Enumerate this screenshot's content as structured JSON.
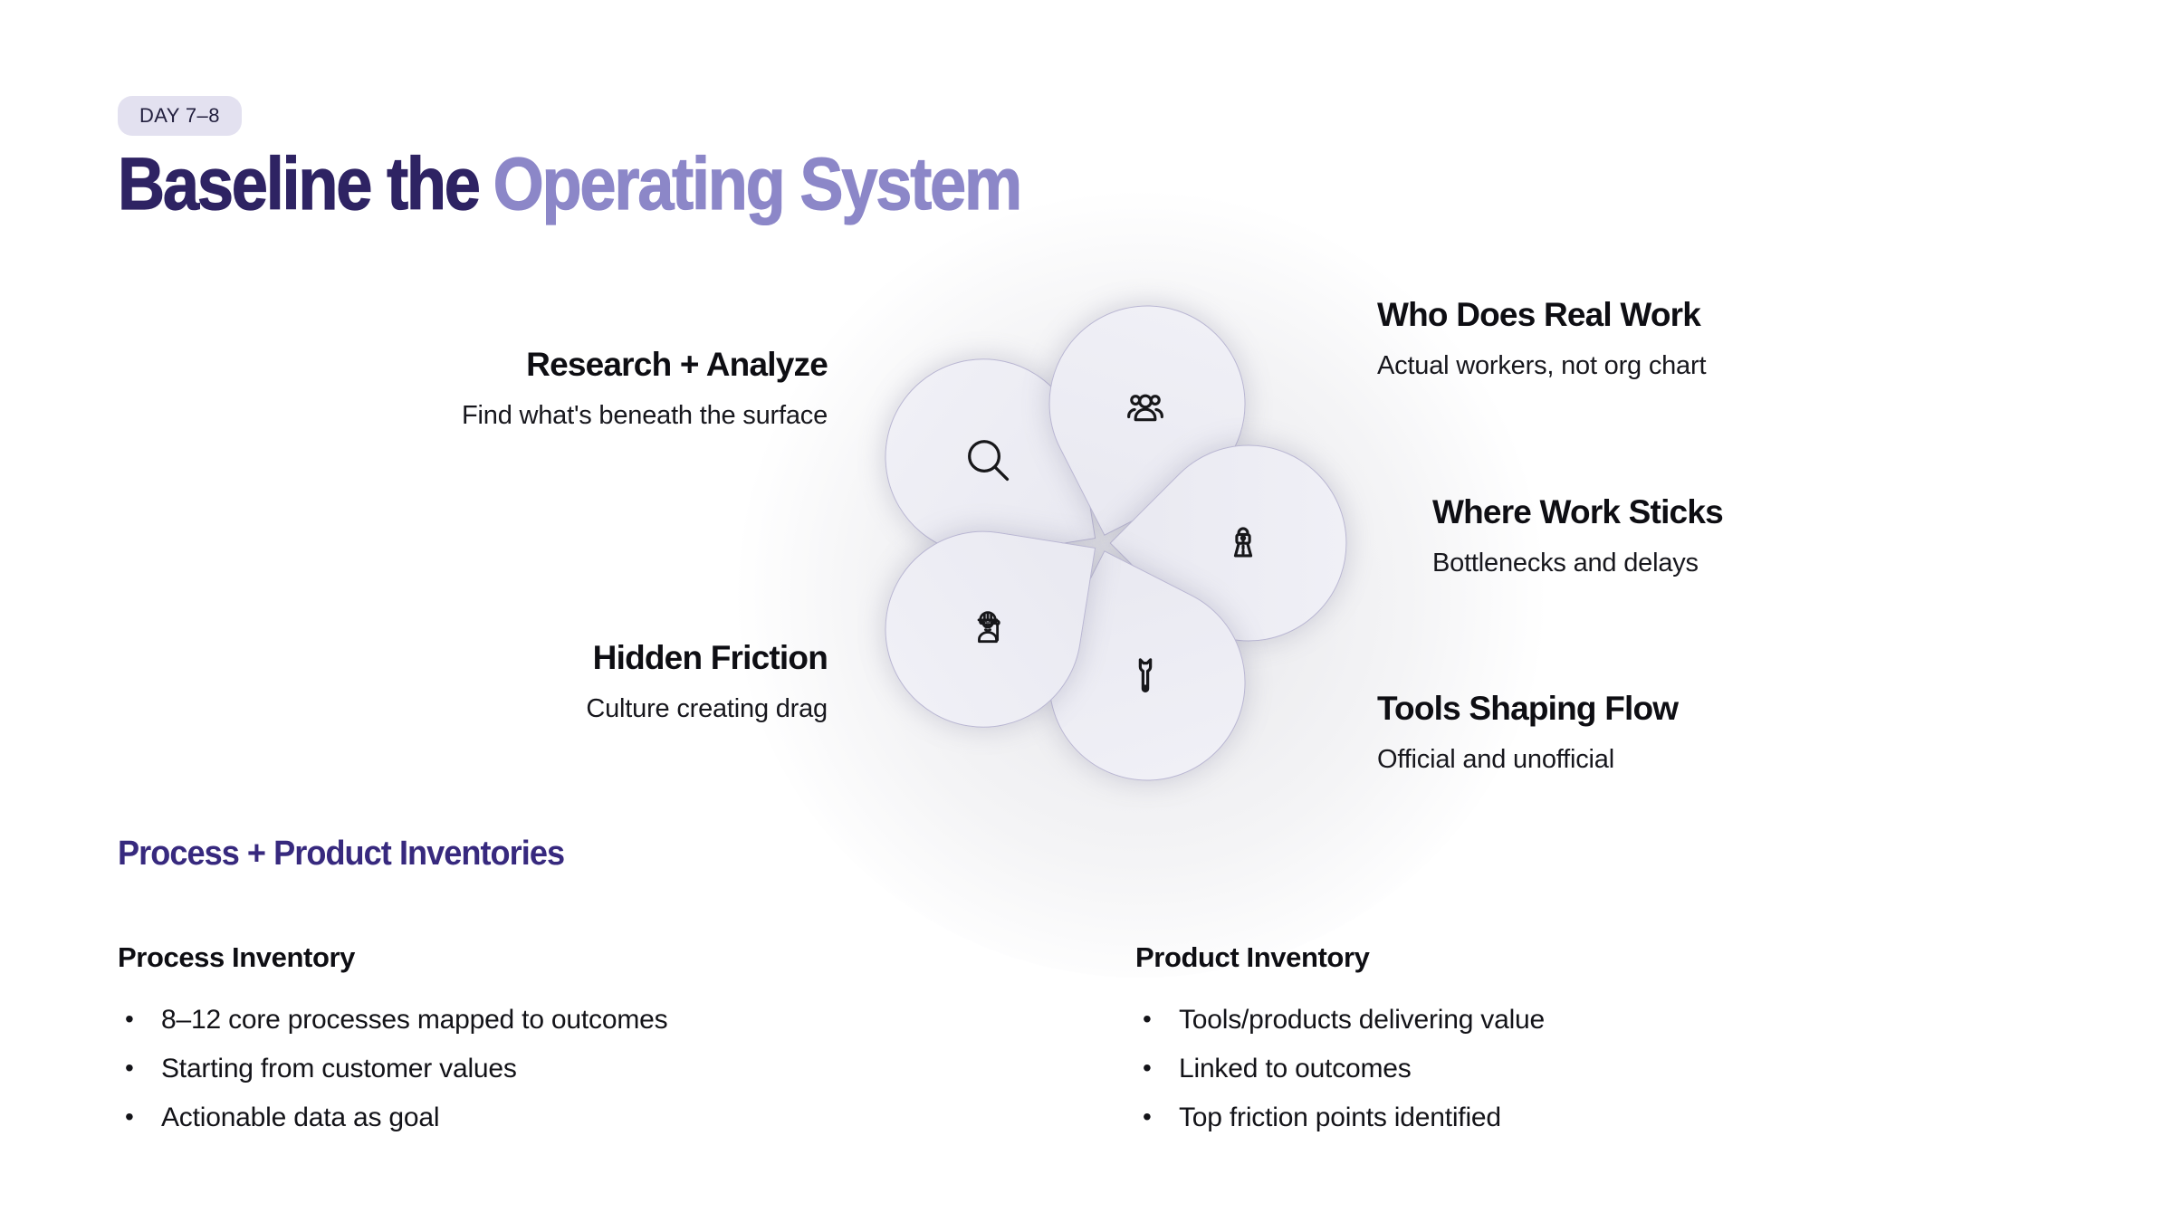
{
  "badge": {
    "label": "DAY 7–8"
  },
  "title": {
    "part1": "Baseline the",
    "part2": "Operating System"
  },
  "diagram": {
    "petals": [
      {
        "heading": "Research + Analyze",
        "subtext": "Find what's beneath the surface",
        "icon": "search-icon"
      },
      {
        "heading": "Who Does Real Work",
        "subtext": "Actual workers, not org chart",
        "icon": "team-icon"
      },
      {
        "heading": "Where Work Sticks",
        "subtext": "Bottlenecks and delays",
        "icon": "bottleneck-icon"
      },
      {
        "heading": "Tools Shaping Flow",
        "subtext": "Official and unofficial",
        "icon": "wrench-icon"
      },
      {
        "heading": "Hidden Friction",
        "subtext": "Culture creating drag",
        "icon": "worker-icon"
      }
    ]
  },
  "inventories": {
    "heading": "Process + Product Inventories",
    "bullet_glyph": "•",
    "columns": [
      {
        "title": "Process Inventory",
        "bullets": [
          "8–12 core processes mapped to outcomes",
          "Starting from customer values",
          "Actionable data as goal"
        ]
      },
      {
        "title": "Product Inventory",
        "bullets": [
          "Tools/products delivering value",
          "Linked to outcomes",
          "Top friction points identified"
        ]
      }
    ]
  },
  "colors": {
    "title_primary": "#2e2363",
    "title_accent": "#8c87c8",
    "badge_bg": "#e3e1f0",
    "section_heading": "#37297e",
    "petal_fill": "#eeedf4",
    "petal_border": "#b9b6d2",
    "body_text": "#131318"
  }
}
